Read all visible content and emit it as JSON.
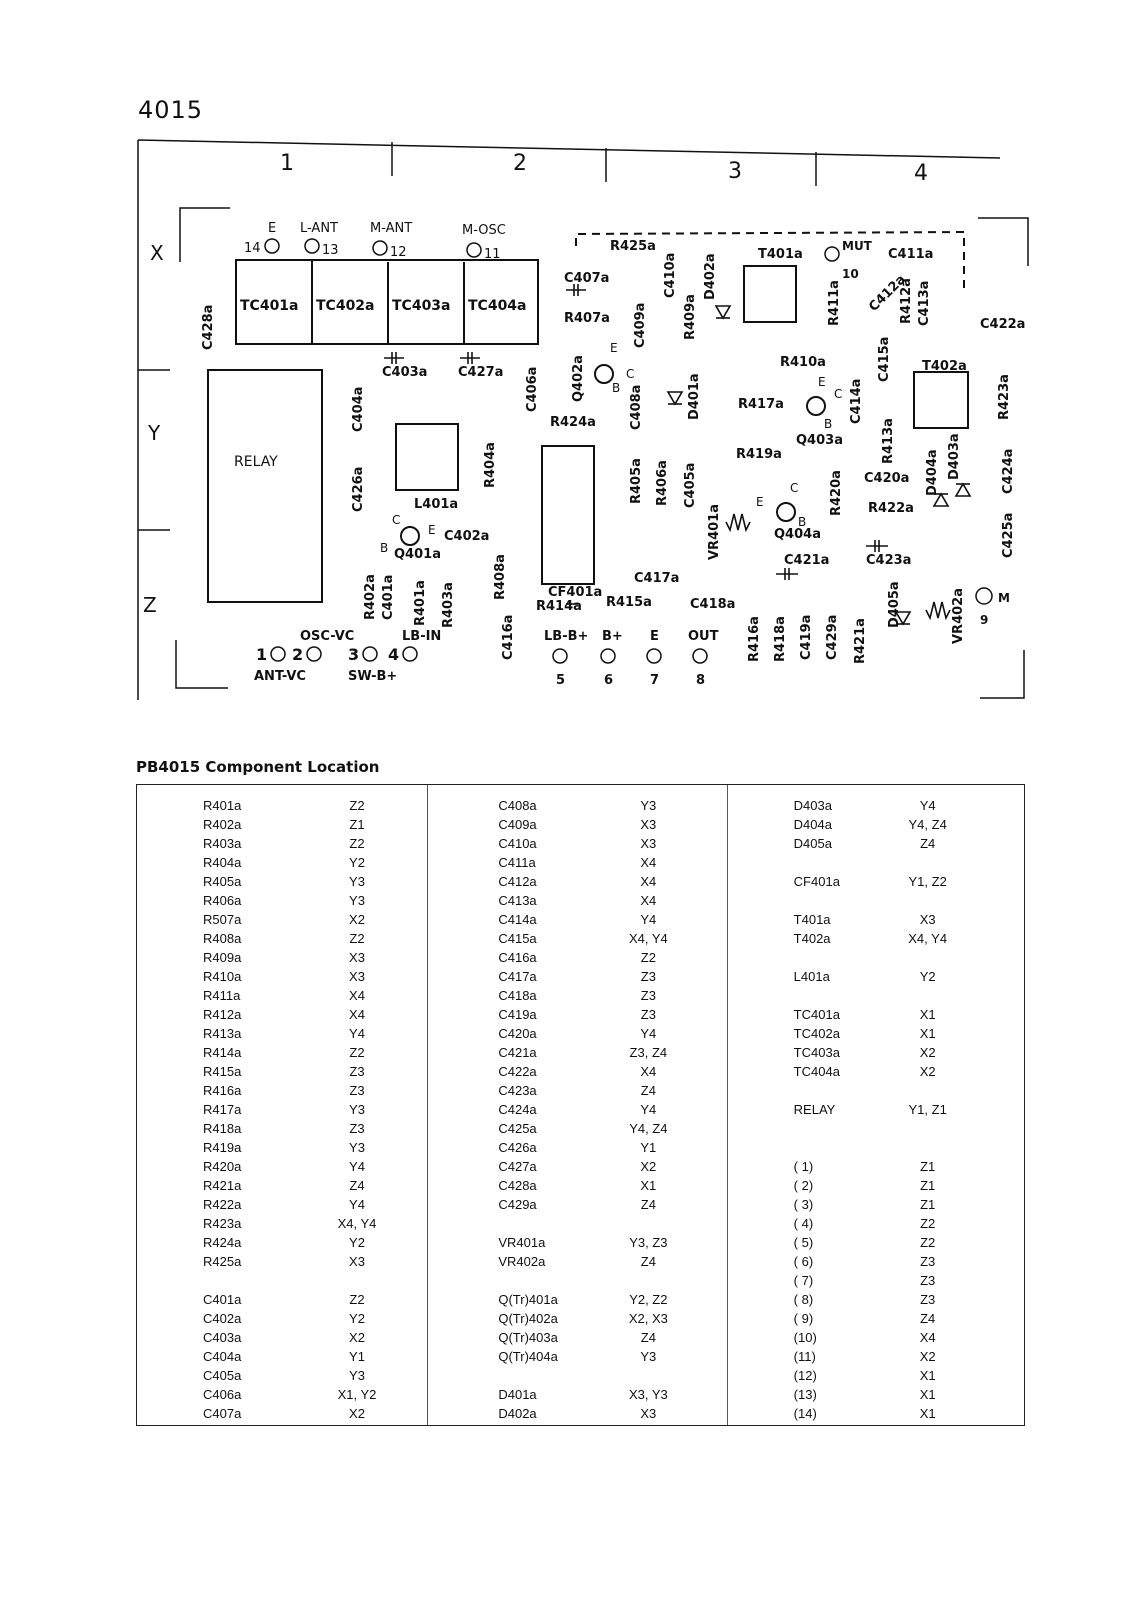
{
  "page_number": "4015",
  "board": {
    "columns": [
      "1",
      "2",
      "3",
      "4"
    ],
    "rows": [
      "X",
      "Y",
      "Z"
    ],
    "trimmers": [
      "TC401a",
      "TC402a",
      "TC403a",
      "TC404a"
    ],
    "relay": "RELAY",
    "top_terminals": [
      {
        "name": "E",
        "num": "14"
      },
      {
        "name": "L-ANT",
        "num": "13"
      },
      {
        "name": "M-ANT",
        "num": "12"
      },
      {
        "name": "M-OSC",
        "num": "11"
      }
    ],
    "bottom_left_terminals": {
      "top_labels": [
        "OSC-VC",
        "LB-IN"
      ],
      "nums": [
        "1",
        "2",
        "3",
        "4"
      ],
      "bottom_labels": [
        "ANT-VC",
        "SW-B+"
      ]
    },
    "bottom_terminals": [
      {
        "name": "LB-B+",
        "num": "5"
      },
      {
        "name": "B+",
        "num": "6"
      },
      {
        "name": "E",
        "num": "7"
      },
      {
        "name": "OUT",
        "num": "8"
      }
    ],
    "mut_terminal": {
      "name": "MUT",
      "num": "10"
    },
    "m_terminal": {
      "name": "M",
      "num": "9"
    },
    "labels": [
      "C428a",
      "C403a",
      "C427a",
      "C404a",
      "C426a",
      "L401a",
      "C402a",
      "Q401a",
      "R402a",
      "C401a",
      "R401a",
      "R403a",
      "R408a",
      "C416a",
      "R404a",
      "C406a",
      "Q402a",
      "C407a",
      "R407a",
      "R425a",
      "C410a",
      "D402a",
      "C409a",
      "R409a",
      "C408a",
      "D401a",
      "R424a",
      "CF401a",
      "R414a",
      "R415a",
      "C417a",
      "R405a",
      "R406a",
      "C405a",
      "VR401a",
      "C418a",
      "T401a",
      "C411a",
      "C412a",
      "R411a",
      "R412a",
      "C413a",
      "C422a",
      "R410a",
      "R417a",
      "C414a",
      "Q403a",
      "R419a",
      "C415a",
      "T402a",
      "R413a",
      "R423a",
      "C420a",
      "R420a",
      "R422a",
      "D404a",
      "D403a",
      "C424a",
      "Q404a",
      "C421a",
      "C423a",
      "C425a",
      "R416a",
      "R418a",
      "C419a",
      "C429a",
      "R421a",
      "D405a",
      "VR402a"
    ],
    "pins": [
      "E",
      "C",
      "B"
    ]
  },
  "table": {
    "title": "PB4015 Component Location",
    "columns": [
      [
        {
          "ref": "R401a",
          "loc": "Z2"
        },
        {
          "ref": "R402a",
          "loc": "Z1"
        },
        {
          "ref": "R403a",
          "loc": "Z2"
        },
        {
          "ref": "R404a",
          "loc": "Y2"
        },
        {
          "ref": "R405a",
          "loc": "Y3"
        },
        {
          "ref": "R406a",
          "loc": "Y3"
        },
        {
          "ref": "R507a",
          "loc": "X2"
        },
        {
          "ref": "R408a",
          "loc": "Z2"
        },
        {
          "ref": "R409a",
          "loc": "X3"
        },
        {
          "ref": "R410a",
          "loc": "X3"
        },
        {
          "ref": "R411a",
          "loc": "X4"
        },
        {
          "ref": "R412a",
          "loc": "X4"
        },
        {
          "ref": "R413a",
          "loc": "Y4"
        },
        {
          "ref": "R414a",
          "loc": "Z2"
        },
        {
          "ref": "R415a",
          "loc": "Z3"
        },
        {
          "ref": "R416a",
          "loc": "Z3"
        },
        {
          "ref": "R417a",
          "loc": "Y3"
        },
        {
          "ref": "R418a",
          "loc": "Z3"
        },
        {
          "ref": "R419a",
          "loc": "Y3"
        },
        {
          "ref": "R420a",
          "loc": "Y4"
        },
        {
          "ref": "R421a",
          "loc": "Z4"
        },
        {
          "ref": "R422a",
          "loc": "Y4"
        },
        {
          "ref": "R423a",
          "loc": "X4, Y4"
        },
        {
          "ref": "R424a",
          "loc": "Y2"
        },
        {
          "ref": "R425a",
          "loc": "X3"
        },
        null,
        {
          "ref": "C401a",
          "loc": "Z2"
        },
        {
          "ref": "C402a",
          "loc": "Y2"
        },
        {
          "ref": "C403a",
          "loc": "X2"
        },
        {
          "ref": "C404a",
          "loc": "Y1"
        },
        {
          "ref": "C405a",
          "loc": "Y3"
        },
        {
          "ref": "C406a",
          "loc": "X1, Y2"
        },
        {
          "ref": "C407a",
          "loc": "X2"
        }
      ],
      [
        {
          "ref": "C408a",
          "loc": "Y3"
        },
        {
          "ref": "C409a",
          "loc": "X3"
        },
        {
          "ref": "C410a",
          "loc": "X3"
        },
        {
          "ref": "C411a",
          "loc": "X4"
        },
        {
          "ref": "C412a",
          "loc": "X4"
        },
        {
          "ref": "C413a",
          "loc": "X4"
        },
        {
          "ref": "C414a",
          "loc": "Y4"
        },
        {
          "ref": "C415a",
          "loc": "X4, Y4"
        },
        {
          "ref": "C416a",
          "loc": "Z2"
        },
        {
          "ref": "C417a",
          "loc": "Z3"
        },
        {
          "ref": "C418a",
          "loc": "Z3"
        },
        {
          "ref": "C419a",
          "loc": "Z3"
        },
        {
          "ref": "C420a",
          "loc": "Y4"
        },
        {
          "ref": "C421a",
          "loc": "Z3, Z4"
        },
        {
          "ref": "C422a",
          "loc": "X4"
        },
        {
          "ref": "C423a",
          "loc": "Z4"
        },
        {
          "ref": "C424a",
          "loc": "Y4"
        },
        {
          "ref": "C425a",
          "loc": "Y4, Z4"
        },
        {
          "ref": "C426a",
          "loc": "Y1"
        },
        {
          "ref": "C427a",
          "loc": "X2"
        },
        {
          "ref": "C428a",
          "loc": "X1"
        },
        {
          "ref": "C429a",
          "loc": "Z4"
        },
        null,
        {
          "ref": "VR401a",
          "loc": "Y3, Z3"
        },
        {
          "ref": "VR402a",
          "loc": "Z4"
        },
        null,
        {
          "ref": "Q(Tr)401a",
          "loc": "Y2, Z2"
        },
        {
          "ref": "Q(Tr)402a",
          "loc": "X2, X3"
        },
        {
          "ref": "Q(Tr)403a",
          "loc": "Z4"
        },
        {
          "ref": "Q(Tr)404a",
          "loc": "Y3"
        },
        null,
        {
          "ref": "D401a",
          "loc": "X3, Y3"
        },
        {
          "ref": "D402a",
          "loc": "X3"
        }
      ],
      [
        {
          "ref": "D403a",
          "loc": "Y4"
        },
        {
          "ref": "D404a",
          "loc": "Y4, Z4"
        },
        {
          "ref": "D405a",
          "loc": "Z4"
        },
        null,
        {
          "ref": "CF401a",
          "loc": "Y1, Z2"
        },
        null,
        {
          "ref": "T401a",
          "loc": "X3"
        },
        {
          "ref": "T402a",
          "loc": "X4, Y4"
        },
        null,
        {
          "ref": "L401a",
          "loc": "Y2"
        },
        null,
        {
          "ref": "TC401a",
          "loc": "X1"
        },
        {
          "ref": "TC402a",
          "loc": "X1"
        },
        {
          "ref": "TC403a",
          "loc": "X2"
        },
        {
          "ref": "TC404a",
          "loc": "X2"
        },
        null,
        {
          "ref": "RELAY",
          "loc": "Y1, Z1"
        },
        null,
        null,
        {
          "ref": "( 1)",
          "loc": "Z1"
        },
        {
          "ref": "( 2)",
          "loc": "Z1"
        },
        {
          "ref": "( 3)",
          "loc": "Z1"
        },
        {
          "ref": "( 4)",
          "loc": "Z2"
        },
        {
          "ref": "( 5)",
          "loc": "Z2"
        },
        {
          "ref": "( 6)",
          "loc": "Z3"
        },
        {
          "ref": "( 7)",
          "loc": "Z3"
        },
        {
          "ref": "( 8)",
          "loc": "Z3"
        },
        {
          "ref": "( 9)",
          "loc": "Z4"
        },
        {
          "ref": "(10)",
          "loc": "X4"
        },
        {
          "ref": "(11)",
          "loc": "X2"
        },
        {
          "ref": "(12)",
          "loc": "X1"
        },
        {
          "ref": "(13)",
          "loc": "X1"
        },
        {
          "ref": "(14)",
          "loc": "X1"
        }
      ]
    ]
  }
}
